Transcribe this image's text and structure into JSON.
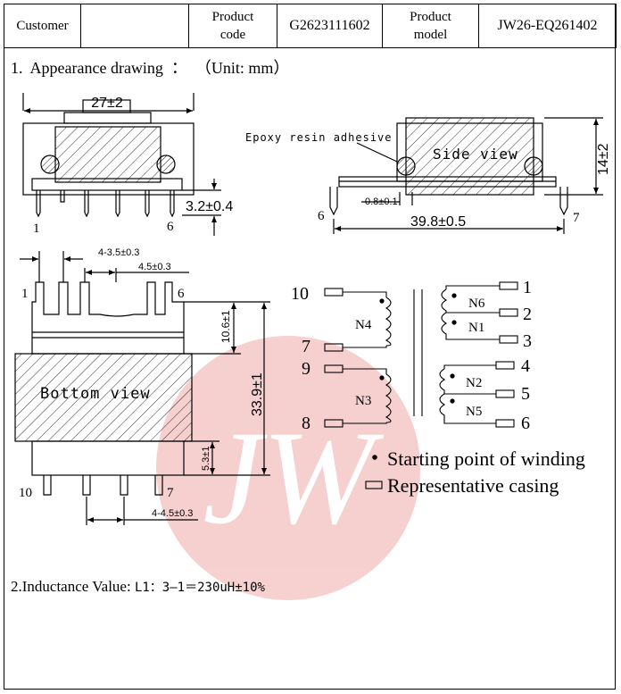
{
  "header": {
    "customer_label": "Customer",
    "customer_value": "",
    "product_code_label_1": "Product",
    "product_code_label_2": "code",
    "product_code_value": "G2623111602",
    "product_model_label_1": "Product",
    "product_model_label_2": "model",
    "product_model_value": "JW26-EQ261402"
  },
  "section1": {
    "title": "1.  Appearance drawing  ：  （Unit: mm）"
  },
  "front_view": {
    "width_dim": "27±2",
    "pin_height_dim": "3.2±0.4",
    "pin_left": "1",
    "pin_right": "6"
  },
  "side_view": {
    "label": "Side view",
    "adhesive_label": "Epoxy resin adhesive",
    "pin_dia_dim": "0.8±0.1",
    "length_dim": "39.8±0.5",
    "height_dim": "14±2",
    "pin_left": "6",
    "pin_right": "7"
  },
  "bottom_view": {
    "label": "Bottom view",
    "pitch_top": "4-3.5±0.3",
    "pitch_inner": "4.5±0.3",
    "dim_10_6": "10.6±1",
    "dim_33_9": "33.9±1",
    "dim_5_3": "5.3±1",
    "pitch_bottom": "4-4.5±0.3",
    "pin_1": "1",
    "pin_6": "6",
    "pin_10": "10",
    "pin_7": "7"
  },
  "schematic": {
    "pin_10": "10",
    "pin_7": "7",
    "pin_9": "9",
    "pin_8": "8",
    "pin_1": "1",
    "pin_2": "2",
    "pin_3": "3",
    "pin_4": "4",
    "pin_5": "5",
    "pin_6": "6",
    "w_n4": "N4",
    "w_n3": "N3",
    "w_n6": "N6",
    "w_n1": "N1",
    "w_n2": "N2",
    "w_n5": "N5"
  },
  "legend": {
    "start_point": "Starting point of winding",
    "casing": "Representative casing"
  },
  "section2": {
    "title": "2.Inductance Value: ",
    "value": "L1：3—1＝230uH±10%"
  },
  "watermark": {
    "text": "JW",
    "color": "#f3b3b3"
  }
}
